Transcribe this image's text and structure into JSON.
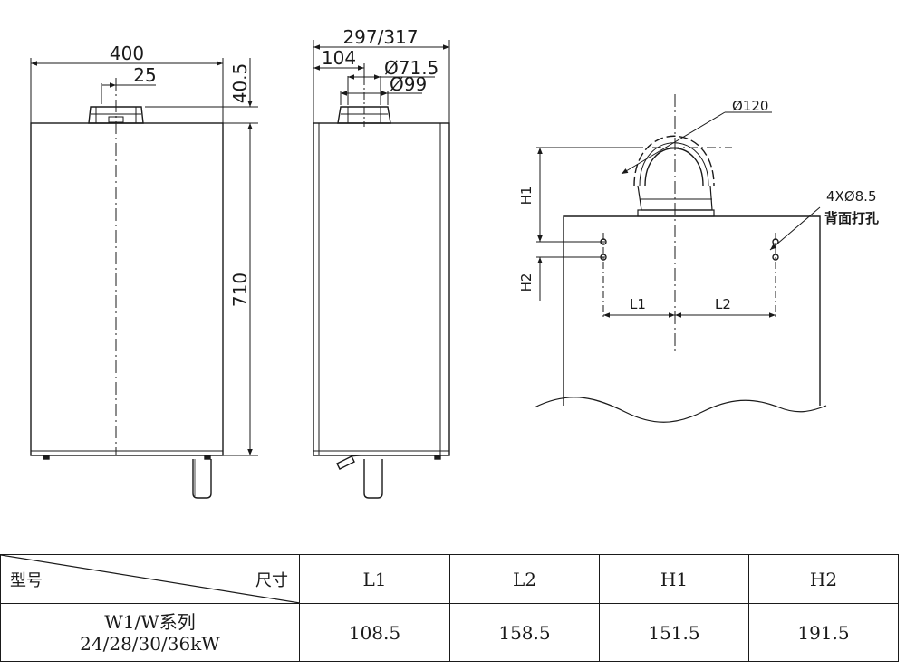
{
  "front_view": {
    "width": "400",
    "pipe_offset": "25",
    "top_height": "40.5",
    "height": "710"
  },
  "side_view": {
    "depth": "297/317",
    "offset": "104",
    "diam_inner": "Ø71.5",
    "diam_outer": "Ø99"
  },
  "mount_view": {
    "elbow_diam": "Ø120",
    "holes": "4XØ8.5",
    "holes_note": "背面打孔",
    "h1": "H1",
    "h2": "H2",
    "l1": "L1",
    "l2": "L2"
  },
  "table": {
    "corner_model": "型号",
    "corner_dim": "尺寸",
    "headers": [
      "L1",
      "L2",
      "H1",
      "H2"
    ],
    "model_line1": "W1/W系列",
    "model_line2": "24/28/30/36kW",
    "values": [
      "108.5",
      "158.5",
      "151.5",
      "191.5"
    ]
  }
}
